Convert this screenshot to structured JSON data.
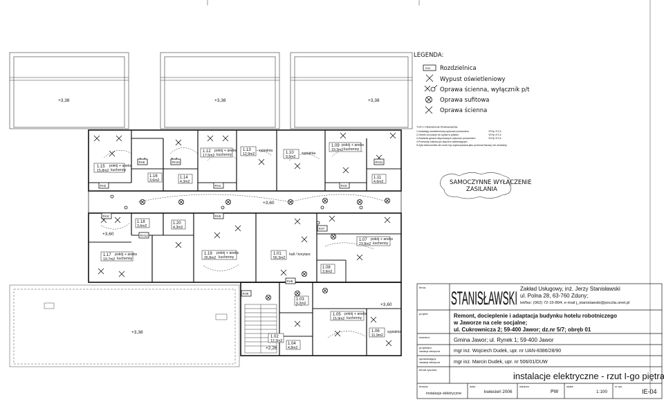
{
  "legend": {
    "title": "LEGENDA:",
    "items": [
      {
        "symbol": "RH4",
        "label": "Rozdzielnica"
      },
      {
        "symbol": "x-mark",
        "label": "Wypust oświetleniowy"
      },
      {
        "symbol": "wall-lamp-switch",
        "label": "Oprawa ścienna, wyłącznik p/t"
      },
      {
        "symbol": "circle-x",
        "label": "Oprawa sufitowa"
      },
      {
        "symbol": "x-mark",
        "label": "Oprawa ścienna"
      }
    ],
    "types_title": "TYPY I PRZEKROJE PRZEWODÓW",
    "types": [
      {
        "text": "1.Instalację oświetleniową wykonać przewodem",
        "code": "YDYp 3*1,5"
      },
      {
        "text": "2.Obrnki od puszki do opraw w piłkach",
        "code": "YDYp 4*1,5"
      },
      {
        "text": "3.Zasilanie gniazd wtyczkowych wykonać przewodem",
        "code": "YDYp 3*2,5"
      },
      {
        "text": "4.Przewody zakończyć złączem zawierającym.",
        "code": ""
      },
      {
        "text": "5.Żyła zielonożółta nie może być wykorzystana jako przewód fazowy lub neutralny.",
        "code": ""
      }
    ],
    "note": [
      "SAMOCZYNNE WYŁĄCZENIE",
      "ZASILANIA"
    ]
  },
  "elevations": {
    "left": "+3,38",
    "mid": "+3,38",
    "right": "+3,38",
    "corridor": "+3,60",
    "leftroom": "+3,60",
    "rightroom": "+3,60",
    "bottomleft": "+3,38",
    "stair": "+2,26"
  },
  "rooms": {
    "r115": {
      "num": "1.15",
      "area": "15,8m2",
      "name1": "pokój + aneks",
      "name2": "kuchenny"
    },
    "r116": {
      "num": "1.16",
      "area": "3,6m2"
    },
    "r114": {
      "num": "1.14",
      "area": "4,3m2"
    },
    "r112": {
      "num": "1.12",
      "area": "17,5m2",
      "name1": "pokój + aneks",
      "name2": "kuchenny"
    },
    "r113": {
      "num": "1.13",
      "area": "12,9m2",
      "name1": "sypialnia"
    },
    "r110": {
      "num": "1.10",
      "area": "9,5m2",
      "name1": "sypialnia"
    },
    "r109": {
      "num": "1.09",
      "area": "19,3m2",
      "name1": "pokój + aneks",
      "name2": "kuchenny"
    },
    "r111": {
      "num": "1.11",
      "area": "4,6m2"
    },
    "r118": {
      "num": "1.18",
      "area": "3,6m2"
    },
    "r120": {
      "num": "1.20",
      "area": "4,3m2"
    },
    "r117": {
      "num": "1.17",
      "area": "19,7m2",
      "name1": "pokój + aneks",
      "name2": "kuchenny"
    },
    "r119": {
      "num": "1.19",
      "area": "26,8m2",
      "name1": "pokój + aneks",
      "name2": "kuchenny"
    },
    "r101": {
      "num": "1.01",
      "area": "56,3m2",
      "name1": "hall / korytarz"
    },
    "r107": {
      "num": "1.07",
      "area": "23,8m2",
      "name1": "pokój + aneks",
      "name2": "kuchenny"
    },
    "r108": {
      "num": "1.08",
      "area": "3,9m2"
    },
    "r103": {
      "num": "1.03",
      "area": "9,2m2"
    },
    "r105": {
      "num": "1.05",
      "area": "15,9m2",
      "name1": "pokój + aneks",
      "name2": "kuchenny"
    },
    "r106": {
      "num": "1.06",
      "area": "11,9m2",
      "name1": "sypialnia"
    },
    "r102": {
      "num": "1.02",
      "area": "12,3m2"
    },
    "r104": {
      "num": "1.04",
      "area": "4,8m2"
    }
  },
  "panels": [
    "RH2",
    "RH1",
    "RH3",
    "RH4",
    "RH5",
    "RH7",
    "RH8",
    "RH9",
    "RH6",
    "RH10",
    "RH11",
    "RH12"
  ],
  "titleblock": {
    "firm_label": "firma:",
    "logo": "STANISŁAWSKI",
    "firm1": "Zakład Usługowy, inż. Jerzy Stanisławski",
    "firm2": "ul. Polna 28, 63-760 Zduny;",
    "firm3": "tel/fax: (062) 72-15-894; e-mail j_stanislawski@poczta.onet.pl",
    "project_label": "projekt:",
    "project1": "Remont, docieplenie i adaptacja budynku hotelu robotniczego",
    "project2": "w Jaworze na cele socjalne;",
    "project3": "ul. Cukrownicza 2; 59-400 Jawor; dz.nr 5/7; obręb 01",
    "investor_label": "inwestor:",
    "investor": "Gmina Jawor; ul. Rynek 1; 59-400 Jawor",
    "designer_label": "projektant:",
    "designer_sub": "instalacje elektryczne",
    "designer": "mgr inż. Wojciech Dudek, upr. nr UAN-8386/28/90",
    "checker_label": "sprawdzający:",
    "checker_sub": "instalacje elektryczne",
    "checker": "mgr inż. Marcin Dudek, upr. nr 506/01/DUW",
    "drawing_label": "temat rysunku:",
    "drawing": "instalacje elektryczne - rzut I-go piętra",
    "branch_label": "branża:",
    "branch": "instalacje elektryczne",
    "date_label": "data:",
    "date": "kwiecień 2006",
    "stage_label": "stadium",
    "stage": "PW",
    "scale_label": "skala:",
    "scale": "1:100",
    "sheet_label": "nr rys.",
    "sheet": "IE-04"
  }
}
